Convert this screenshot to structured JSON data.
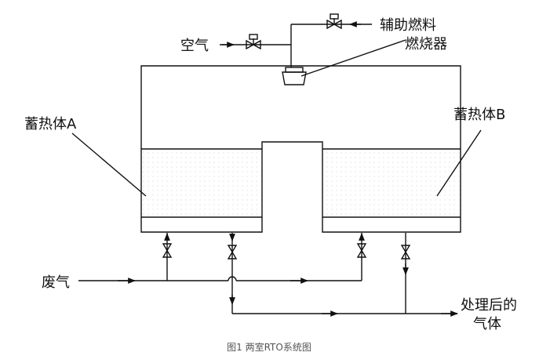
{
  "labels": {
    "air": "空气",
    "aux_fuel": "辅助燃料",
    "burner": "燃烧器",
    "bed_a": "蓄热体A",
    "bed_b": "蓄热体B",
    "waste_gas": "废气",
    "treated_gas_line1": "处理后的",
    "treated_gas_line2": "气体"
  },
  "caption": "图1  两室RTO系统图",
  "colors": {
    "line": "#111111",
    "caption": "#555555",
    "dots": "#d8d8d8"
  }
}
